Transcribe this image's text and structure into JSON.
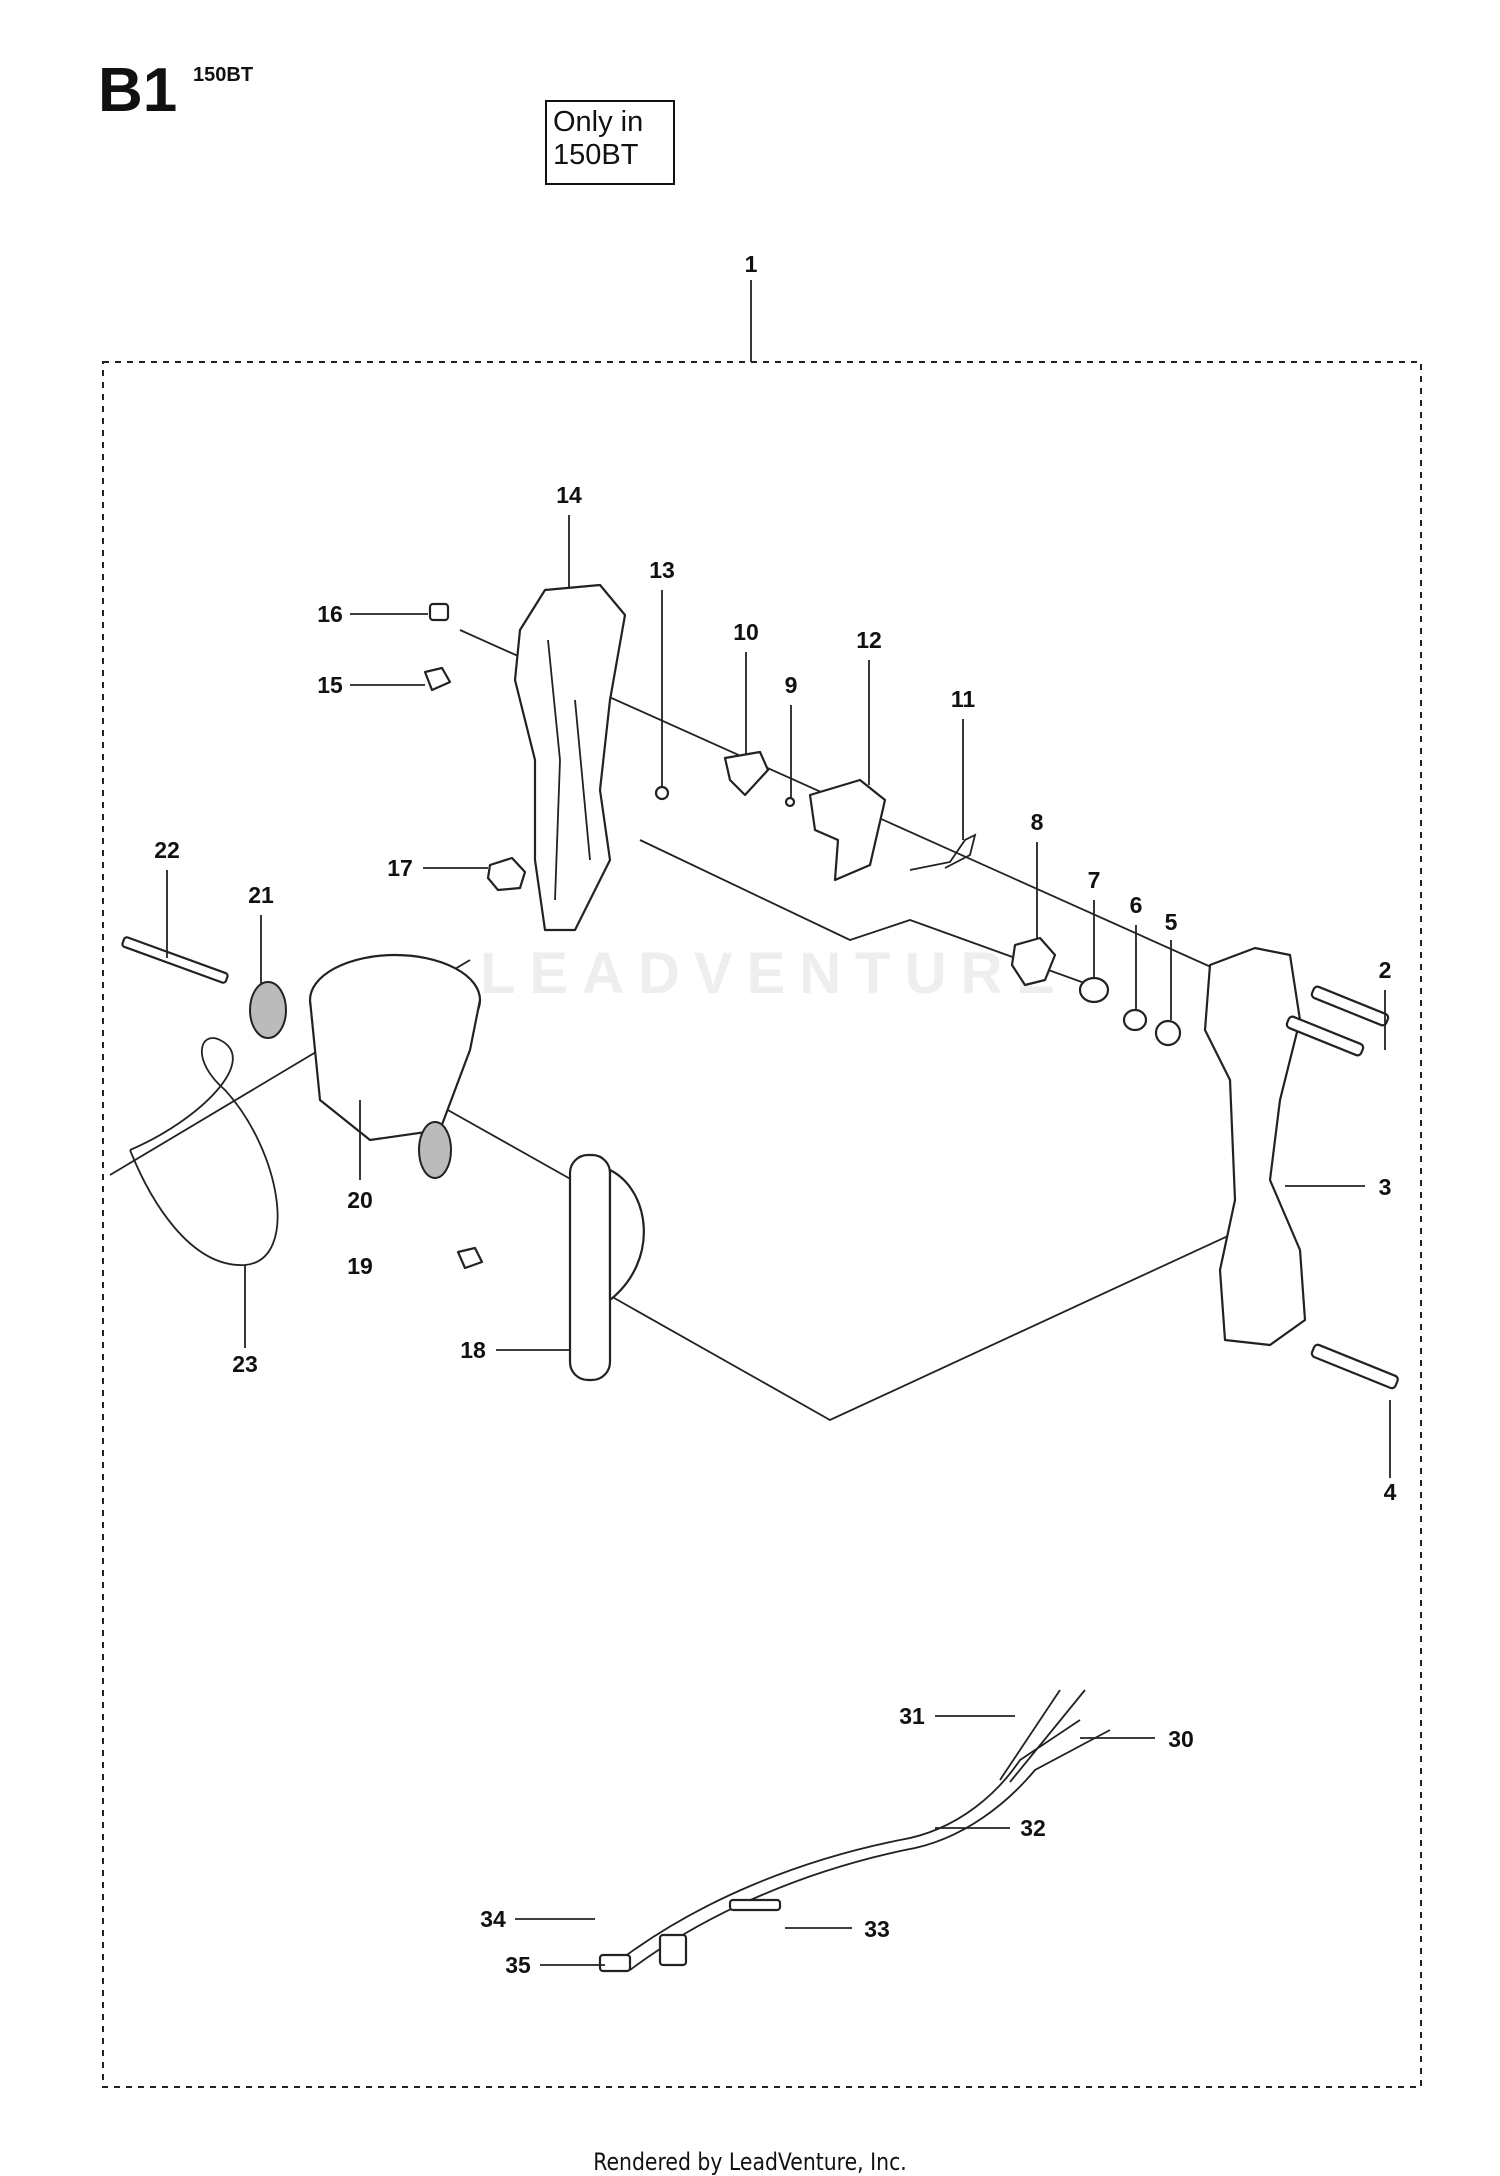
{
  "header": {
    "diagram_code": "B1",
    "model": "150BT",
    "note_lines": [
      "Only in",
      "150BT"
    ]
  },
  "callouts": [
    "1",
    "2",
    "3",
    "4",
    "5",
    "6",
    "7",
    "8",
    "9",
    "10",
    "11",
    "12",
    "13",
    "14",
    "15",
    "16",
    "17",
    "18",
    "19",
    "20",
    "21",
    "22",
    "23",
    "30",
    "31",
    "32",
    "33",
    "34",
    "35"
  ],
  "watermark": "LEADVENTURE",
  "footer": "Rendered by LeadVenture, Inc."
}
